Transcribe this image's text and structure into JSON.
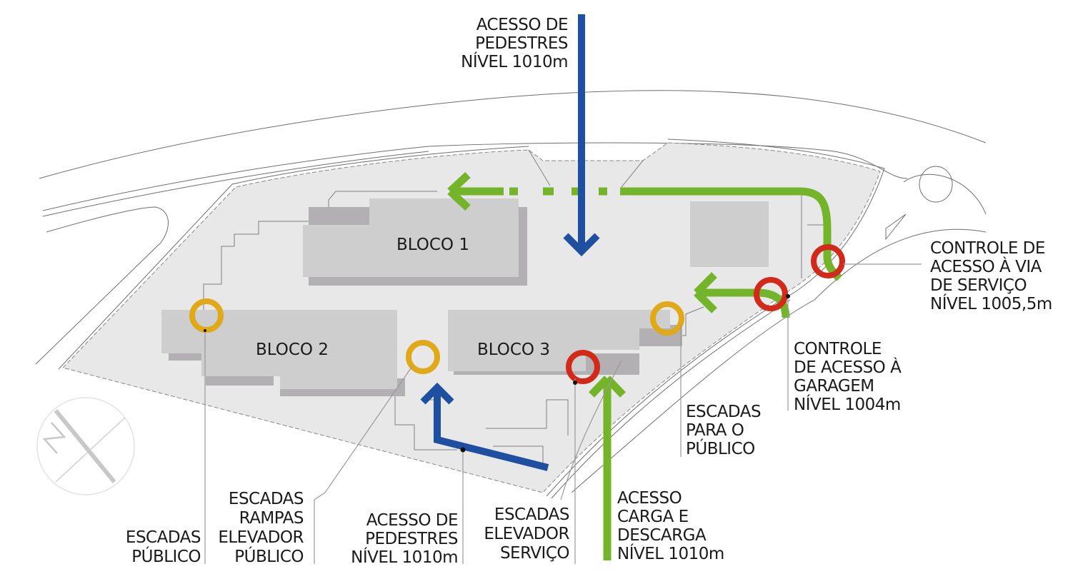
{
  "colors": {
    "pedestrian_blue": "#1f4fa0",
    "service_green": "#74b42a",
    "public_stairs_yellow": "#e0a91a",
    "control_red": "#d12a1a",
    "site_fill": "#e8e8e8",
    "building_fill": "#cfcecf",
    "building_shadow": "#b2b0b2"
  },
  "buildings": {
    "bloco1": "BLOCO 1",
    "bloco2": "BLOCO 2",
    "bloco3": "BLOCO 3"
  },
  "labels": {
    "top_pedestrian": [
      "ACESSO DE",
      "PEDESTRES",
      "NÍVEL 1010m"
    ],
    "control_service": [
      "CONTROLE DE",
      "ACESSO À VIA",
      "DE SERVIÇO",
      "NÍVEL 1005,5m"
    ],
    "control_garage": [
      "CONTROLE",
      "DE ACESSO À",
      "GARAGEM",
      "NÍVEL 1004m"
    ],
    "stairs_public_right": [
      "ESCADAS",
      "PARA O",
      "PÚBLICO"
    ],
    "cargo_access": [
      "ACESSO",
      "CARGA E",
      "DESCARGA",
      "NÍVEL 1010m"
    ],
    "service_stairs": [
      "ESCADAS",
      "ELEVADOR",
      "SERVIÇO"
    ],
    "bottom_pedestrian": [
      "ACESSO DE",
      "PEDESTRES",
      "NÍVEL 1010m"
    ],
    "stairs_ramps": [
      "ESCADAS",
      "RAMPAS",
      "ELEVADOR",
      "PÚBLICO"
    ],
    "stairs_public_left": [
      "ESCADAS",
      "PÚBLICO"
    ]
  },
  "north_arrow": {
    "letter": "N"
  }
}
